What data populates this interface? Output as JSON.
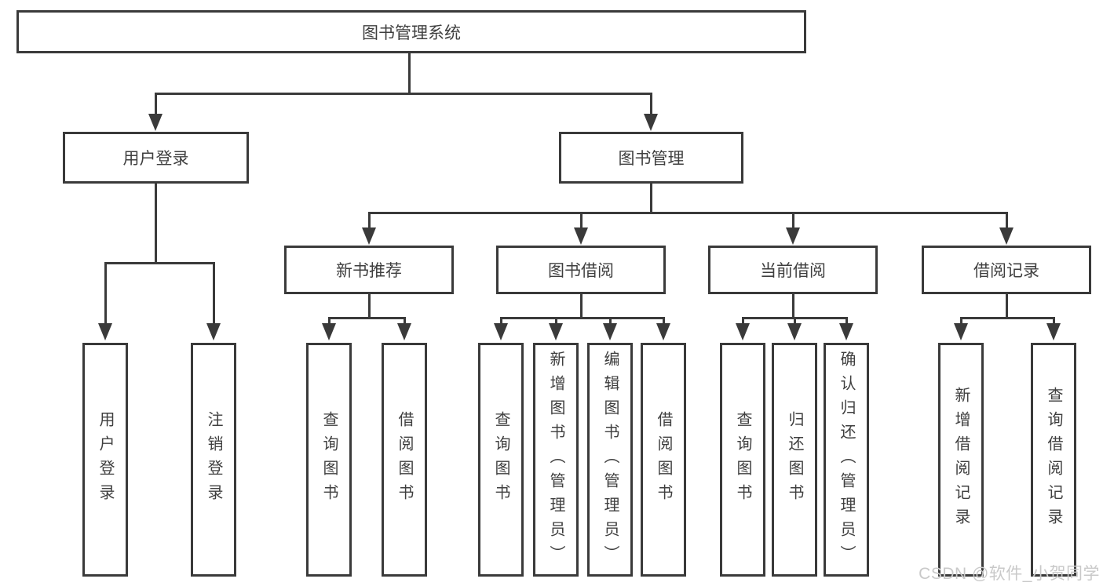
{
  "diagram": {
    "root": {
      "label": "图书管理系统"
    },
    "branches": [
      {
        "label": "用户登录",
        "children": [
          {
            "label": "用户登录"
          },
          {
            "label": "注销登录"
          }
        ]
      },
      {
        "label": "图书管理",
        "children": [
          {
            "label": "新书推荐",
            "children": [
              {
                "label": "查询图书"
              },
              {
                "label": "借阅图书"
              }
            ]
          },
          {
            "label": "图书借阅",
            "children": [
              {
                "label": "查询图书"
              },
              {
                "label": "新增图书（管理员）"
              },
              {
                "label": "编辑图书（管理员）"
              },
              {
                "label": "借阅图书"
              }
            ]
          },
          {
            "label": "当前借阅",
            "children": [
              {
                "label": "查询图书"
              },
              {
                "label": "归还图书"
              },
              {
                "label": "确认归还（管理员）"
              }
            ]
          },
          {
            "label": "借阅记录",
            "children": [
              {
                "label": "新增借阅记录"
              },
              {
                "label": "查询借阅记录"
              }
            ]
          }
        ]
      }
    ],
    "watermark": {
      "text": "CSDN @软件_小贺同学"
    },
    "colors": {
      "line": "#3a3a3a",
      "text": "#3f3f3f",
      "background": "#ffffff",
      "watermark": "#c9c9c9"
    }
  }
}
